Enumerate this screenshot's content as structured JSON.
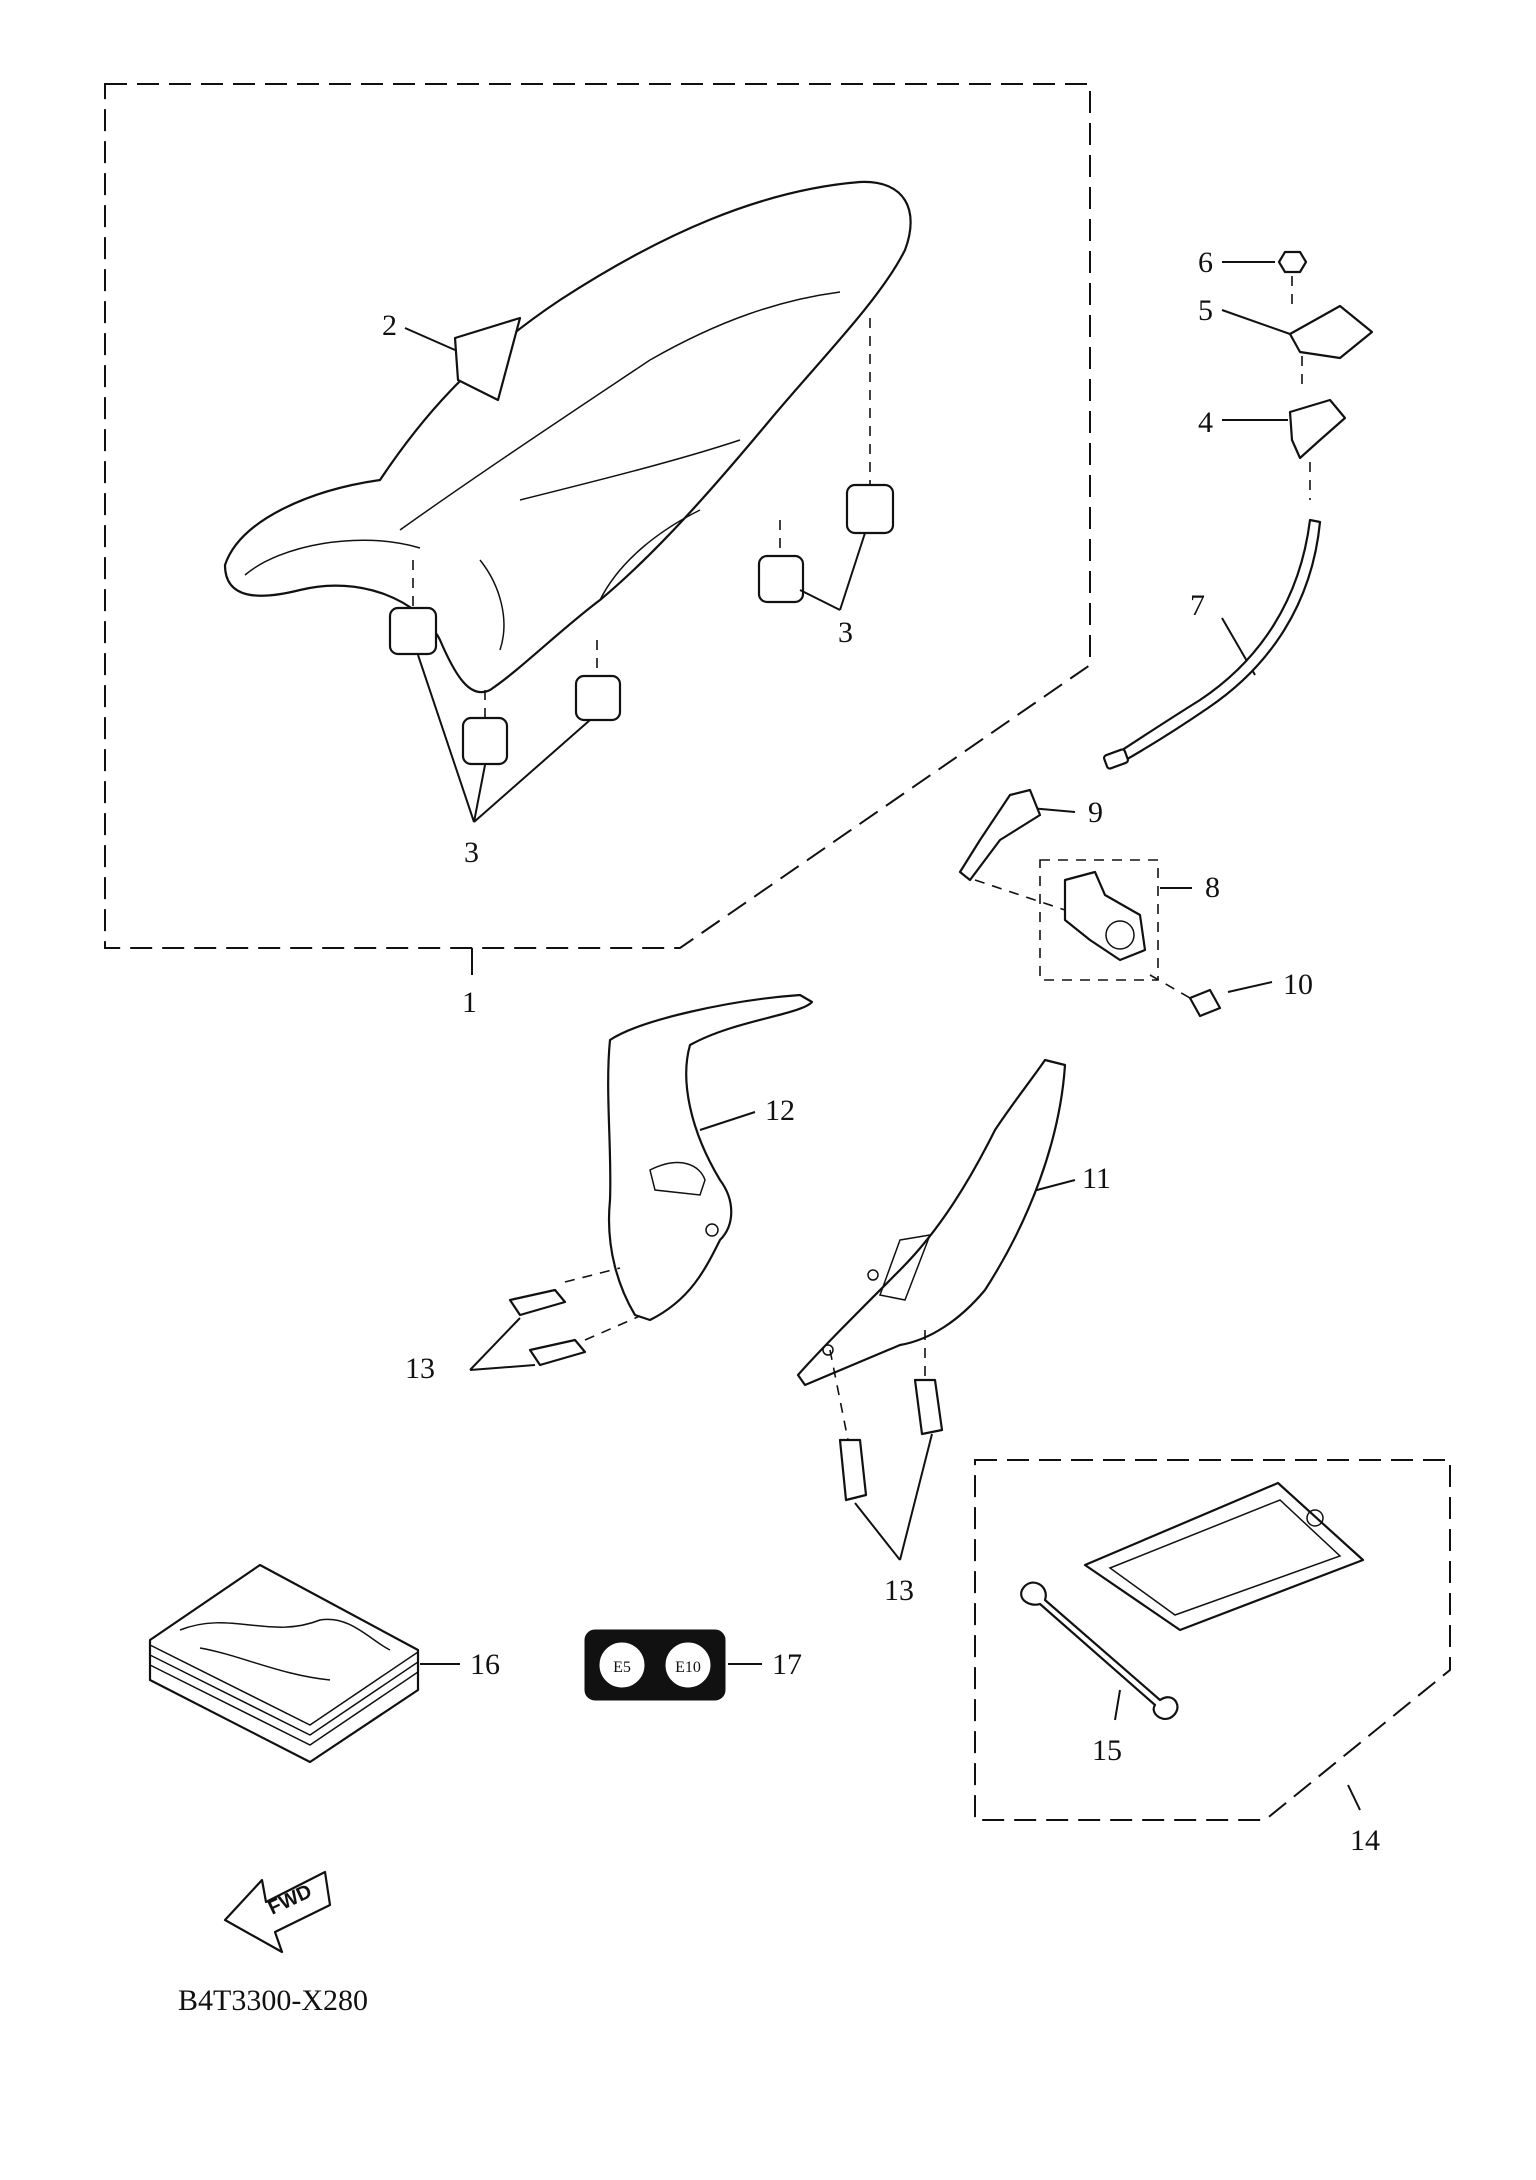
{
  "callouts": {
    "c1": "1",
    "c2": "2",
    "c3a": "3",
    "c3b": "3",
    "c4": "4",
    "c5": "5",
    "c6": "6",
    "c7": "7",
    "c8": "8",
    "c9": "9",
    "c10": "10",
    "c11": "11",
    "c12": "12",
    "c13a": "13",
    "c13b": "13",
    "c14": "14",
    "c15": "15",
    "c16": "16",
    "c17": "17"
  },
  "label_badge": {
    "left": "E5",
    "right": "E10"
  },
  "direction_arrow": {
    "text": "FWD"
  },
  "diagram_code": "B4T3300-X280",
  "icons": [
    "fwd-arrow-icon"
  ],
  "colors": {
    "ink": "#111111",
    "paper": "#ffffff"
  }
}
